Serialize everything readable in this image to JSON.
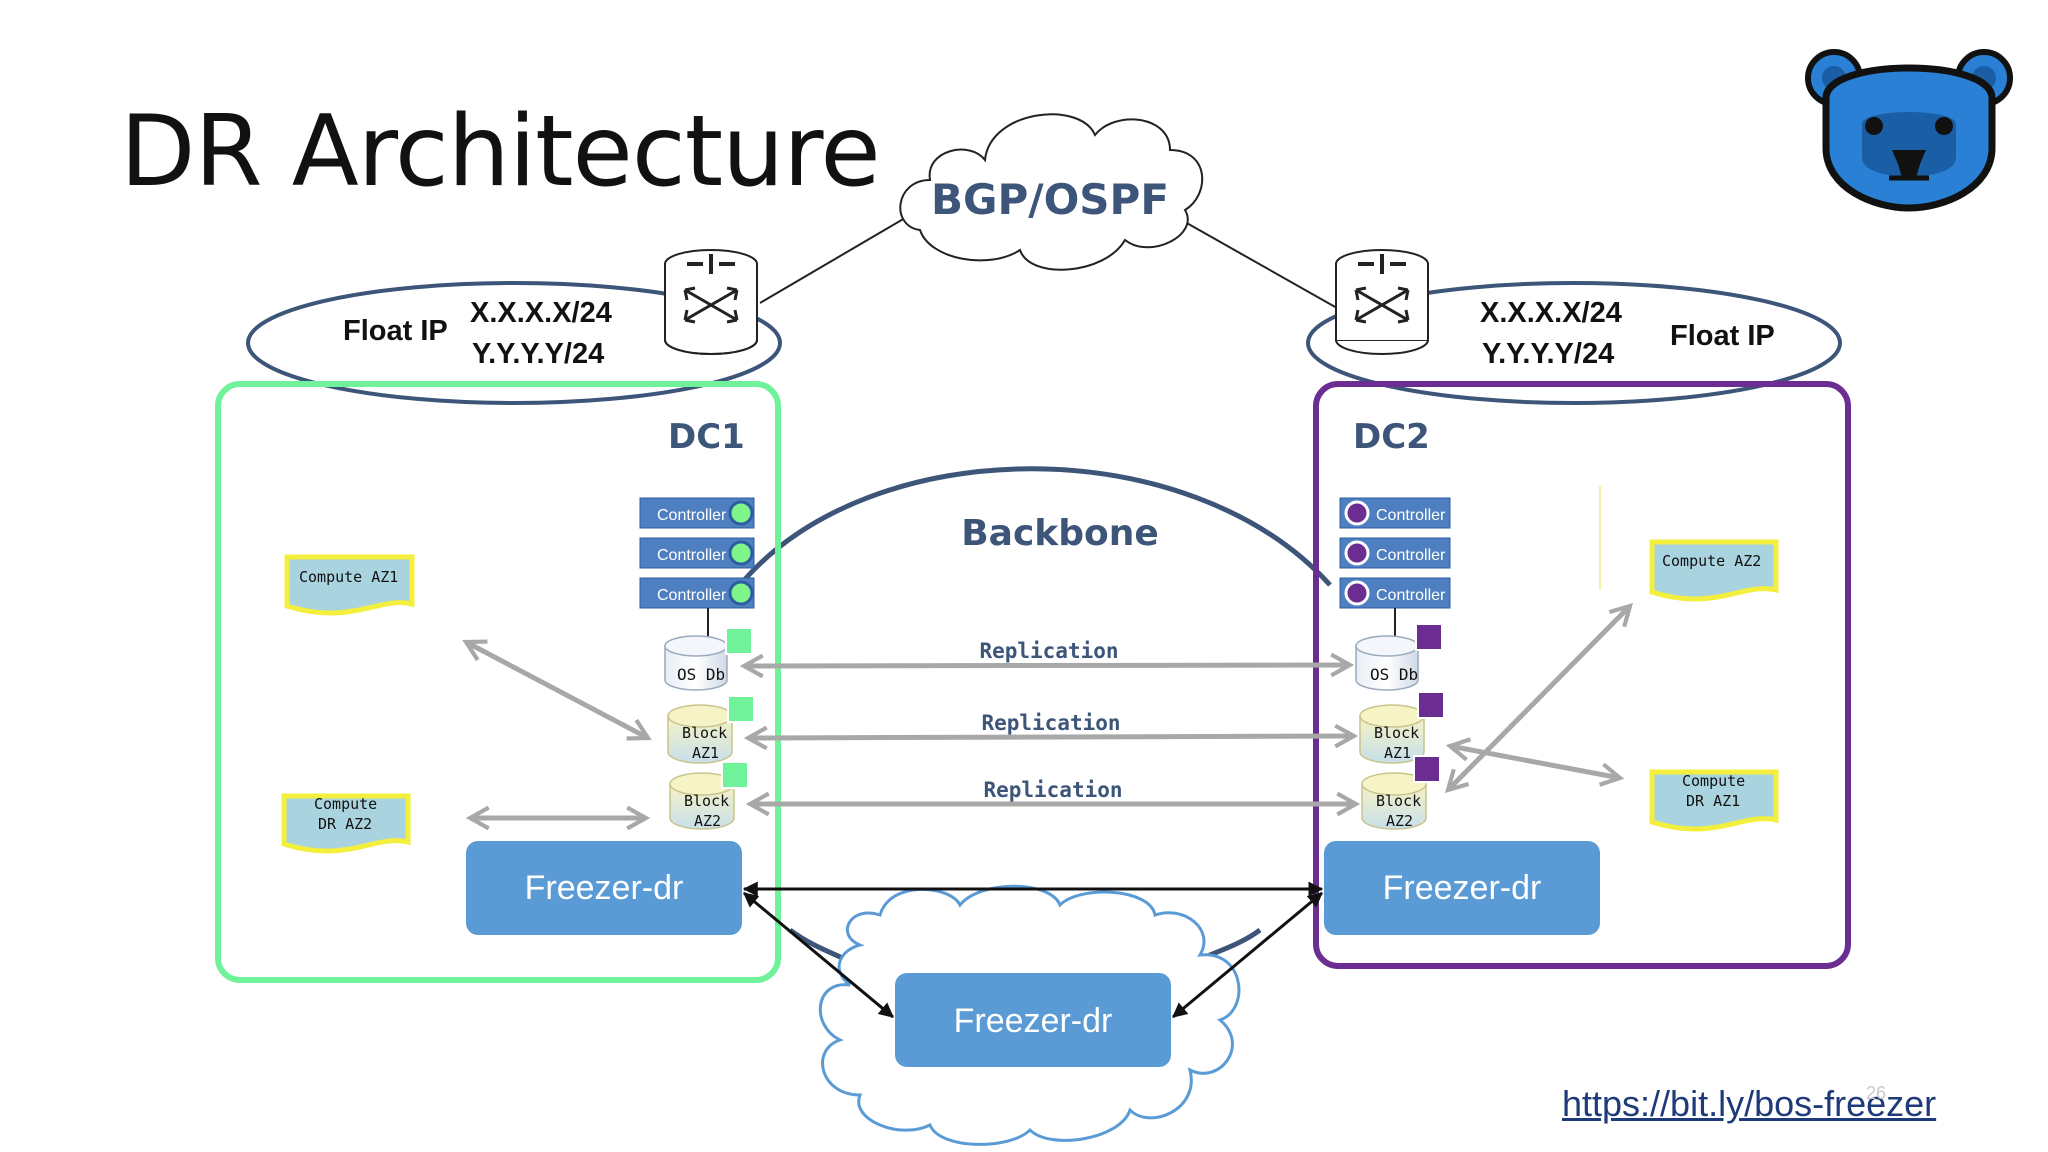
{
  "slide": {
    "title": "DR Architecture",
    "url": "https://bit.ly/bos-freezer",
    "page_number": "26"
  },
  "cloud_top": {
    "label": "BGP/OSPF"
  },
  "backbone": {
    "label": "Backbone"
  },
  "dc1": {
    "label": "DC1",
    "float_ip": {
      "label": "Float IP",
      "ip1": "X.X.X.X/24",
      "ip2": "Y.Y.Y.Y/24"
    },
    "controllers": [
      "Controller",
      "Controller",
      "Controller"
    ],
    "db": {
      "os": "OS Db",
      "block1": [
        "Block",
        "AZ1"
      ],
      "block2": [
        "Block",
        "AZ2"
      ]
    },
    "compute_az1": "Compute AZ1",
    "compute_dr_az2": [
      "Compute",
      "DR AZ2"
    ],
    "freezer": "Freezer-dr",
    "color": "#6ff29a"
  },
  "dc2": {
    "label": "DC2",
    "float_ip": {
      "label": "Float IP",
      "ip1": "X.X.X.X/24",
      "ip2": "Y.Y.Y.Y/24"
    },
    "controllers": [
      "Controller",
      "Controller",
      "Controller"
    ],
    "db": {
      "os": "OS Db",
      "block1": [
        "Block",
        "AZ1"
      ],
      "block2": [
        "Block",
        "AZ2"
      ]
    },
    "compute_az2": "Compute AZ2",
    "compute_dr_az1": [
      "Compute",
      "DR AZ1"
    ],
    "freezer": "Freezer-dr",
    "color": "#6b2d91"
  },
  "replication": [
    "Replication",
    "Replication",
    "Replication"
  ],
  "cloud_bottom": {
    "freezer": "Freezer-dr"
  },
  "colors": {
    "navy": "#3c5578",
    "freezer_blue": "#5b9bd5",
    "controller_blue": "#4e7fc0",
    "doc_fill": "#a9d4df",
    "doc_border": "#f3ef3c",
    "arrow_gray": "#a8a8a8",
    "bear_blue": "#2a80d4"
  }
}
